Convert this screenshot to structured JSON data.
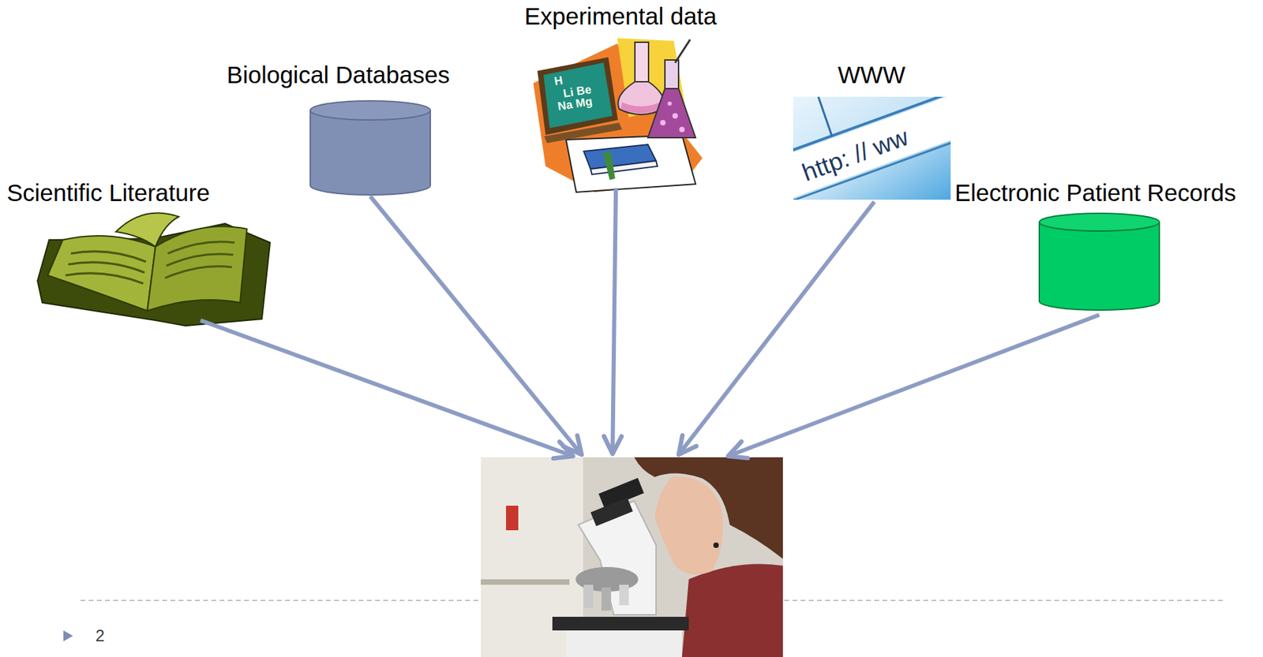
{
  "diagram": {
    "nodes": [
      {
        "text": [
          "Scientific Literature"
        ]
      },
      {
        "text": [
          "Biological Databases"
        ]
      },
      {
        "text": [
          "Experimental data"
        ]
      },
      {
        "text": [
          "WWW"
        ]
      },
      {
        "text": [
          "Electronic Patient Records"
        ]
      },
      {
        "text": []
      }
    ],
    "edges": [
      {
        "from": 0,
        "to": 5,
        "arrow": "to"
      },
      {
        "from": 1,
        "to": 5,
        "arrow": "to"
      },
      {
        "from": 2,
        "to": 5,
        "arrow": "to"
      },
      {
        "from": 3,
        "to": 5,
        "arrow": "to"
      },
      {
        "from": 4,
        "to": 5,
        "arrow": "to"
      }
    ],
    "labels": [
      "H",
      "Li Be",
      "Na Mg",
      "http: // ww",
      "2"
    ]
  }
}
